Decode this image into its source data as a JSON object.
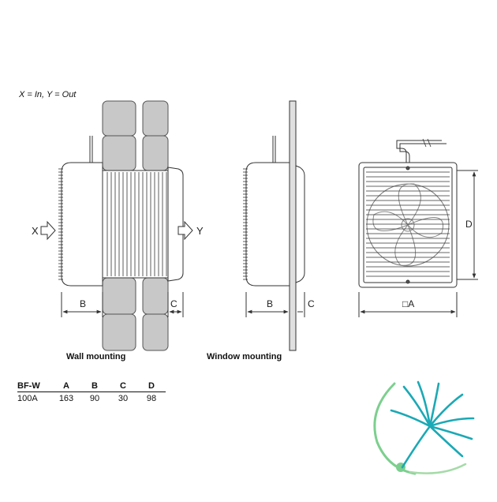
{
  "legend": "X = In, Y = Out",
  "labels": {
    "in_marker": "X",
    "out_marker": "Y",
    "dim_b_wall": "B",
    "dim_c_wall": "C",
    "dim_b_window": "B",
    "dim_c_window": "C",
    "dim_a_front": "□A",
    "dim_d_front": "D"
  },
  "captions": {
    "wall": "Wall mounting",
    "window": "Window mounting"
  },
  "table": {
    "headers": [
      "BF-W",
      "A",
      "B",
      "C",
      "D"
    ],
    "rows": [
      [
        "100A",
        "163",
        "90",
        "30",
        "98"
      ]
    ]
  },
  "colors": {
    "line": "#333333",
    "brick": "#c8c8c8",
    "logo_teal": "#1ba9b5",
    "logo_green": "#7ccf8e"
  },
  "icons": {
    "logo": "dandelion-logo-icon"
  }
}
